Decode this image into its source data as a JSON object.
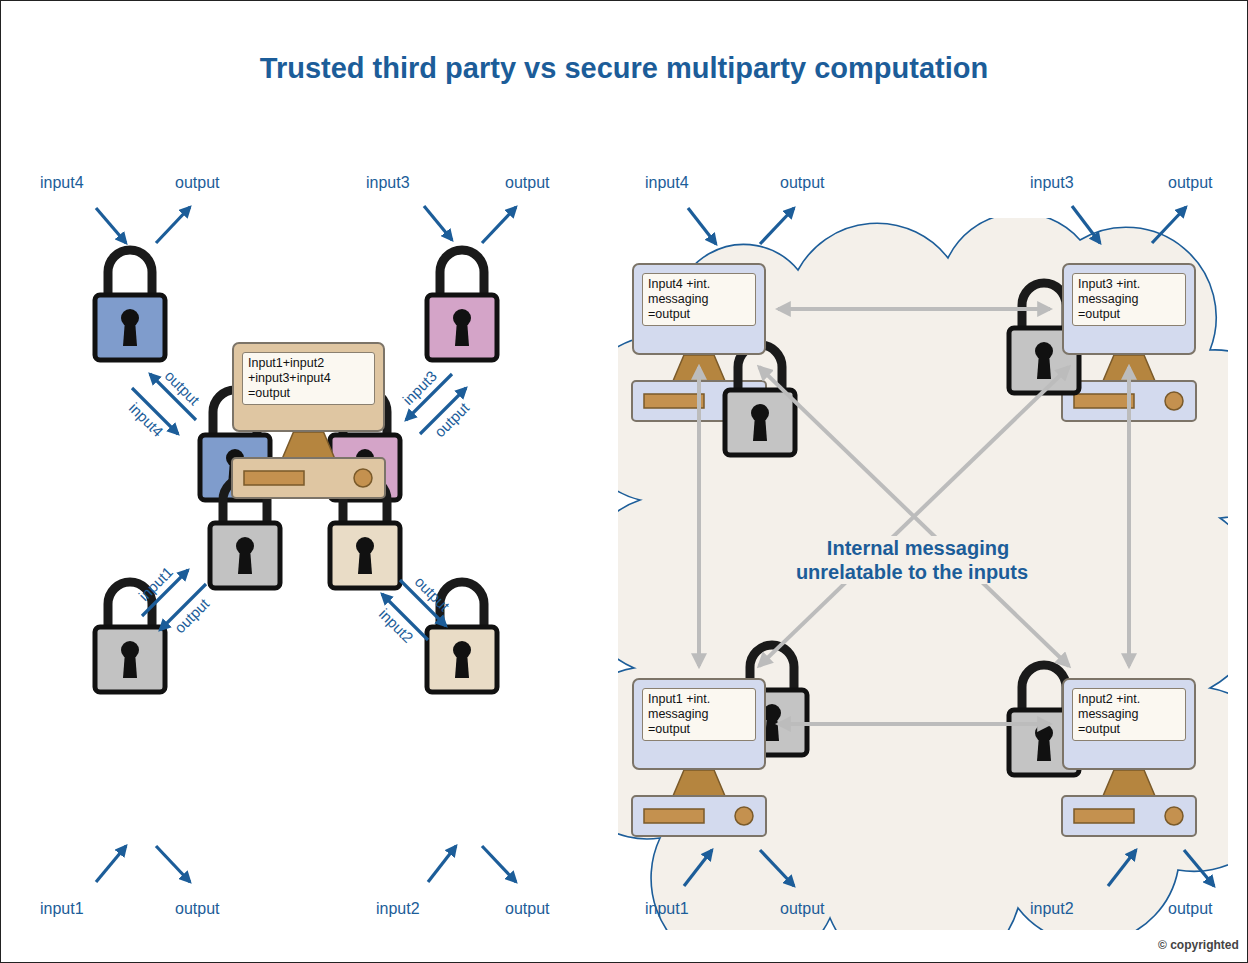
{
  "diagram": {
    "title": "Trusted third party vs secure multiparty computation",
    "nodes": [
      {
        "text": [
          "Input1+input2 +input3+input4 =output"
        ]
      },
      {
        "text": [
          "Internal messaging unrelatable to the inputs"
        ]
      },
      {
        "text": [
          "Input4 +int. messaging =output"
        ],
        "in": 1
      },
      {
        "text": [
          "Input3 +int. messaging =output"
        ],
        "in": 1
      },
      {
        "text": [
          "Input1 +int. messaging =output"
        ],
        "in": 1
      },
      {
        "text": [
          "Input2 +int. messaging =output"
        ],
        "in": 1
      }
    ],
    "edges": [
      {
        "from": 2,
        "to": 3,
        "arrow": "both"
      },
      {
        "from": 2,
        "to": 4,
        "arrow": "both"
      },
      {
        "from": 2,
        "to": 5,
        "arrow": "both"
      },
      {
        "from": 3,
        "to": 4,
        "arrow": "both"
      },
      {
        "from": 3,
        "to": 5,
        "arrow": "both"
      },
      {
        "from": 4,
        "to": 5,
        "arrow": "both"
      }
    ],
    "labels": [
      "input4",
      "output",
      "input3",
      "output",
      "output",
      "input4",
      "input3",
      "output",
      "input1",
      "output",
      "output",
      "input2",
      "input1",
      "output",
      "input2",
      "output",
      "input4",
      "output",
      "input3",
      "output",
      "input1",
      "output",
      "input2",
      "output",
      "© copyrighted"
    ]
  }
}
